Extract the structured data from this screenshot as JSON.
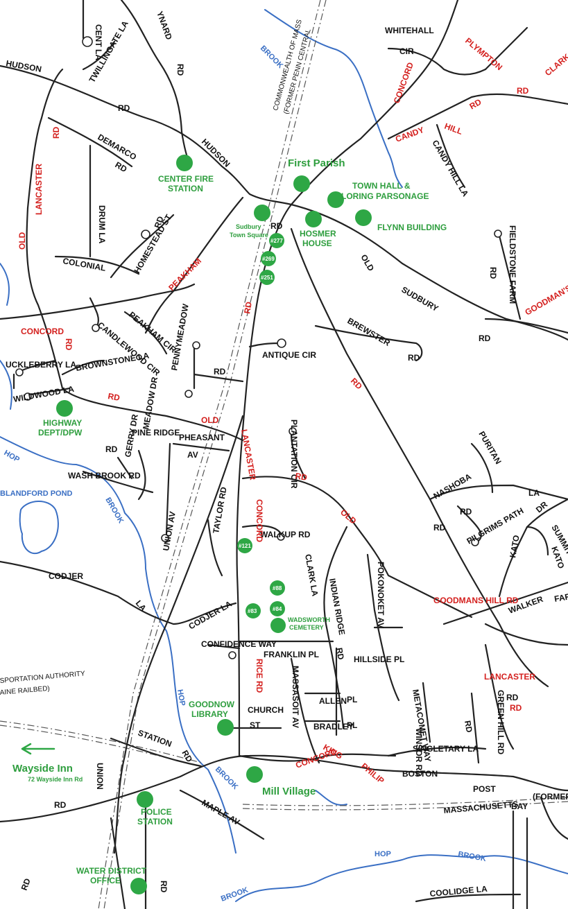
{
  "roads_black": [
    "CENT LA",
    "YNARD",
    "RD",
    "HUDSON",
    "TWILLINGATE LA",
    "RD",
    "HUDSON",
    "DEMARCO",
    "RD",
    "DRUM LA",
    "RD",
    "RD",
    "HOMESTEAD ST",
    "COLONIAL",
    "PEAKHAM CIR",
    "CANDLEWOOD CIR",
    "UCKLEBERRY LA",
    "BROWNSTONE LA",
    "WILDWOOD LA",
    "PENNYMEADOW",
    "RD",
    "ANTIQUE CIR",
    "PINE RIDGE",
    "RD",
    "GERRY DR",
    "MEADOW DR",
    "PHEASANT",
    "AV",
    "WASH BROOK RD",
    "PLANTATION CIR",
    "UNION AV",
    "TAYLOR RD",
    "WALKUP RD",
    "CODJER",
    "LA",
    "CODJER LA",
    "CONFIDENCE WAY",
    "FRANKLIN PL",
    "CLARK LA",
    "INDIAN RIDGE",
    "RD",
    "POKONOKET AV",
    "HILLSIDE PL",
    "METACOMET WAY",
    "ALLEN",
    "PL",
    "BRADLEY",
    "PL",
    "MASSASOIT AV",
    "CHURCH",
    "ST",
    "WINSOR RD",
    "RD",
    "SINGLETARY LA",
    "GREEN HILL RD",
    "STATION",
    "RD",
    "UNION",
    "RD",
    "MAPLE AV",
    "BOSTON",
    "POST",
    "MASSACHUSETTS",
    "BAY",
    "(FORMER",
    "COOLIDGE LA",
    "RD",
    "RD",
    "WHITEHALL",
    "CIR",
    "CANDY HILL LA",
    "FIELDSTONE FARM",
    "RD",
    "OLD",
    "SUDBURY",
    "RD",
    "BREWSTER",
    "RD",
    "NASHOBA",
    "RD",
    "PURITAN",
    "LA",
    "PILGRIMS PATH",
    "DR",
    "KATO",
    "SUMMIT",
    "KATO",
    "WALKER",
    "FAR",
    "RD",
    "RD"
  ],
  "roads_red": [
    "PLYMPTON",
    "CLARK",
    "RD",
    "CONCORD",
    "HILL",
    "RD",
    "CANDY",
    "RD",
    "LANCASTER",
    "OLD",
    "PEAKHAM",
    "RD",
    "CONCORD",
    "RD",
    "RD",
    "OLD",
    "LANCASTER",
    "RD",
    "CONCORD",
    "OLD",
    "RD",
    "GOODMANS HILL RD",
    "LANCASTER",
    "RD",
    "GOODMAN'S",
    "RICE RD",
    "CONCORD",
    "KING",
    "PHILIP",
    "RD"
  ],
  "water": [
    "BROOK",
    "HOP",
    "BLANDFORD POND",
    "BROOK",
    "HOP",
    "BROOK",
    "HOP",
    "BROOK",
    "BROOK"
  ],
  "rail": [
    "COMMONWEALTH OF MASS",
    "(FORMER PENN CENTRAL",
    "SPORTATION AUTHORITY",
    "AINE RAILBED)"
  ],
  "landmarks": {
    "first_parish": "First Parish",
    "center_fire_1": "CENTER FIRE",
    "center_fire_2": "STATION",
    "town_hall_1": "TOWN HALL &",
    "town_hall_2": "LORING PARSONAGE",
    "flynn": "FLYNN BUILDING",
    "hosmer_1": "HOSMER",
    "hosmer_2": "HOUSE",
    "square_1": "Sudbury",
    "square_2": "Town Square",
    "n277": "#277",
    "n269": "#269",
    "n251": "#251",
    "highway_1": "HIGHWAY",
    "highway_2": "DEPT/DPW",
    "n121": "#121",
    "n88": "#88",
    "n84": "#84",
    "n83": "#83",
    "wadsworth_1": "WADSWORTH",
    "wadsworth_2": "CEMETERY",
    "goodnow_1": "GOODNOW",
    "goodnow_2": "LIBRARY",
    "mill_village": "Mill Village",
    "wayside": "Wayside Inn",
    "wayside_addr": "72 Wayside Inn Rd",
    "police_1": "POLICE",
    "police_2": "STATION",
    "water_1": "WATER DISTRICT",
    "water_2": "OFFICE"
  },
  "colors": {
    "road": "#222222",
    "route": "#d4201e",
    "water": "#3a6fc4",
    "landmark": "#2ea745"
  }
}
